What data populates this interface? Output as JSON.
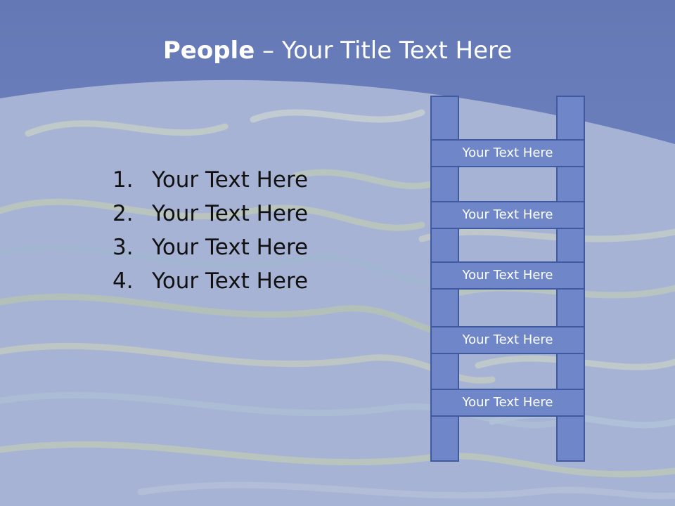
{
  "title": {
    "bold": "People",
    "rest": " – Your Title Text Here"
  },
  "list": [
    {
      "num": "1.",
      "text": "Your Text Here"
    },
    {
      "num": "2.",
      "text": "Your Text Here"
    },
    {
      "num": "3.",
      "text": "Your Text Here"
    },
    {
      "num": "4.",
      "text": "Your Text Here"
    }
  ],
  "ladder": {
    "rungs": [
      "Your Text Here",
      "Your Text Here",
      "Your Text Here",
      "Your Text Here",
      "Your Text Here"
    ]
  },
  "colors": {
    "sky": "#4a67b5",
    "terrace_overlay": "#c9d0e6",
    "ladder_fill": "#6f87c9",
    "ladder_border": "#3f5a9e"
  }
}
